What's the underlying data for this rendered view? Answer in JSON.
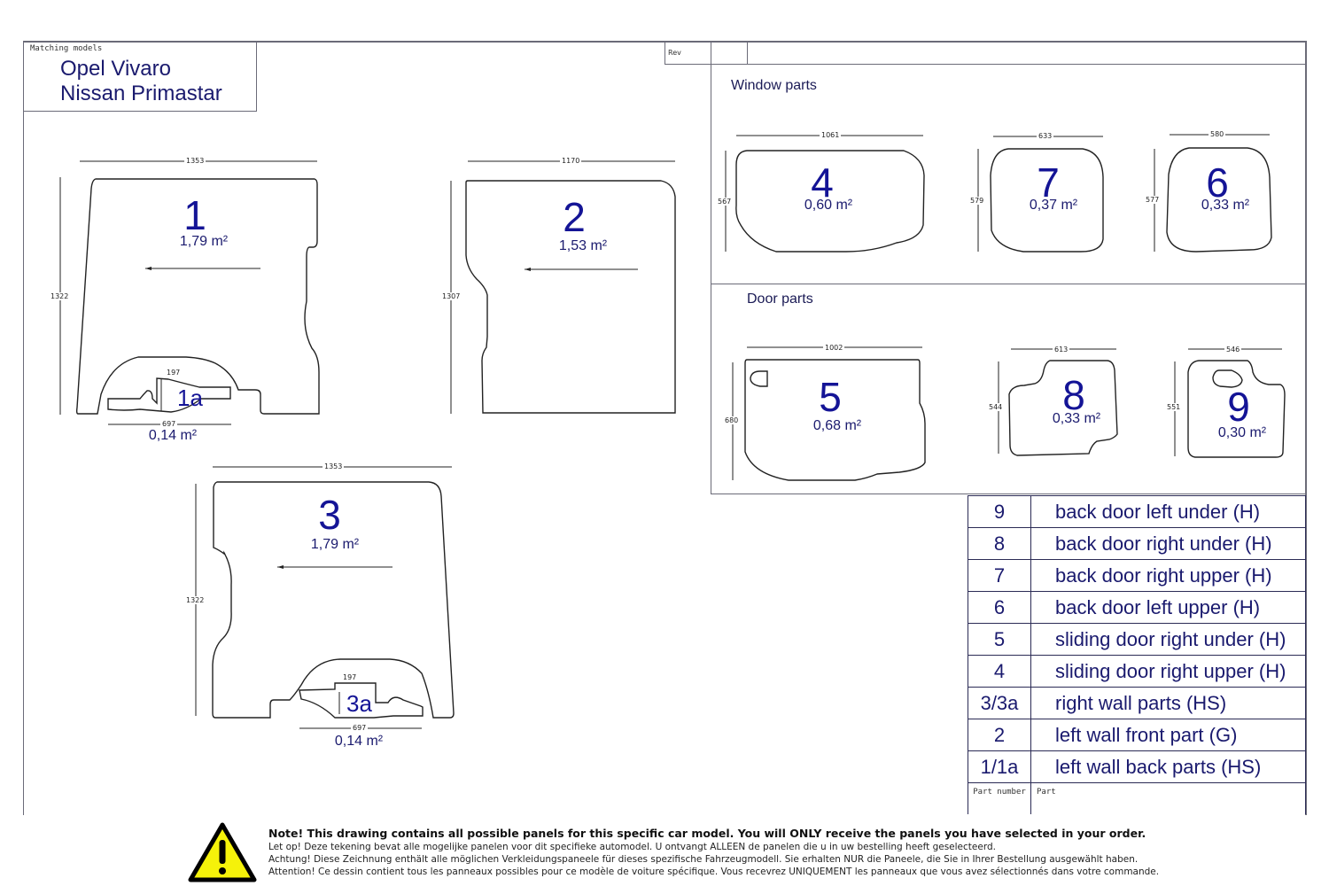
{
  "title_block": {
    "label": "Matching models",
    "models": [
      "Opel Vivaro",
      "Nissan Primastar"
    ],
    "rev_label": "Rev"
  },
  "sections": {
    "window_parts": "Window parts",
    "door_parts": "Door parts"
  },
  "panels": {
    "p1": {
      "number": "1",
      "area": "1,79 m²",
      "width": "1353",
      "height": "1322"
    },
    "p1a": {
      "number": "1a",
      "area": "0,14 m²",
      "width": "697",
      "height": "197"
    },
    "p2": {
      "number": "2",
      "area": "1,53 m²",
      "width": "1170",
      "height": "1307"
    },
    "p3": {
      "number": "3",
      "area": "1,79 m²",
      "width": "1353",
      "height": "1322"
    },
    "p3a": {
      "number": "3a",
      "area": "0,14 m²",
      "width": "697",
      "height": "197"
    },
    "p4": {
      "number": "4",
      "area": "0,60 m²",
      "width": "1061",
      "height": "567"
    },
    "p7": {
      "number": "7",
      "area": "0,37 m²",
      "width": "633",
      "height": "579"
    },
    "p6": {
      "number": "6",
      "area": "0,33 m²",
      "width": "580",
      "height": "577"
    },
    "p5": {
      "number": "5",
      "area": "0,68 m²",
      "width": "1002",
      "height": "680"
    },
    "p8": {
      "number": "8",
      "area": "0,33 m²",
      "width": "613",
      "height": "544"
    },
    "p9": {
      "number": "9",
      "area": "0,30 m²",
      "width": "546",
      "height": "551"
    }
  },
  "legend": {
    "rows": [
      {
        "number": "9",
        "part": "back door left under (H)"
      },
      {
        "number": "8",
        "part": "back door right under (H)"
      },
      {
        "number": "7",
        "part": "back door right upper (H)"
      },
      {
        "number": "6",
        "part": "back door left upper (H)"
      },
      {
        "number": "5",
        "part": "sliding door right under (H)"
      },
      {
        "number": "4",
        "part": "sliding door right upper (H)"
      },
      {
        "number": "3/3a",
        "part": "right wall parts  (HS)"
      },
      {
        "number": "2",
        "part": "left wall front part (G)"
      },
      {
        "number": "1/1a",
        "part": "left wall back parts (HS)"
      }
    ],
    "header_number": "Part number",
    "header_part": "Part"
  },
  "note": {
    "icon": "warning-icon",
    "en": "Note! This drawing contains all possible panels for this specific car model. You will ONLY receive the panels you have selected in your order.",
    "nl": "Let op! Deze tekening bevat alle mogelijke panelen voor dit specifieke automodel. U ontvangt ALLEEN de panelen die u in uw bestelling heeft geselecteerd.",
    "de": "Achtung! Diese Zeichnung enthält alle möglichen Verkleidungspaneele für dieses spezifische Fahrzeugmodell. Sie erhalten NUR die Paneele, die Sie in Ihrer Bestellung ausgewählt haben.",
    "fr": "Attention! Ce dessin contient tous les panneaux possibles pour ce modèle de voiture spécifique. Vous recevrez UNIQUEMENT les panneaux que vous avez sélectionnés dans votre commande."
  },
  "colors": {
    "ink": "#1a1a6e",
    "number": "#141496",
    "frame": "#6b6b78",
    "warning": "#f5f20a"
  }
}
